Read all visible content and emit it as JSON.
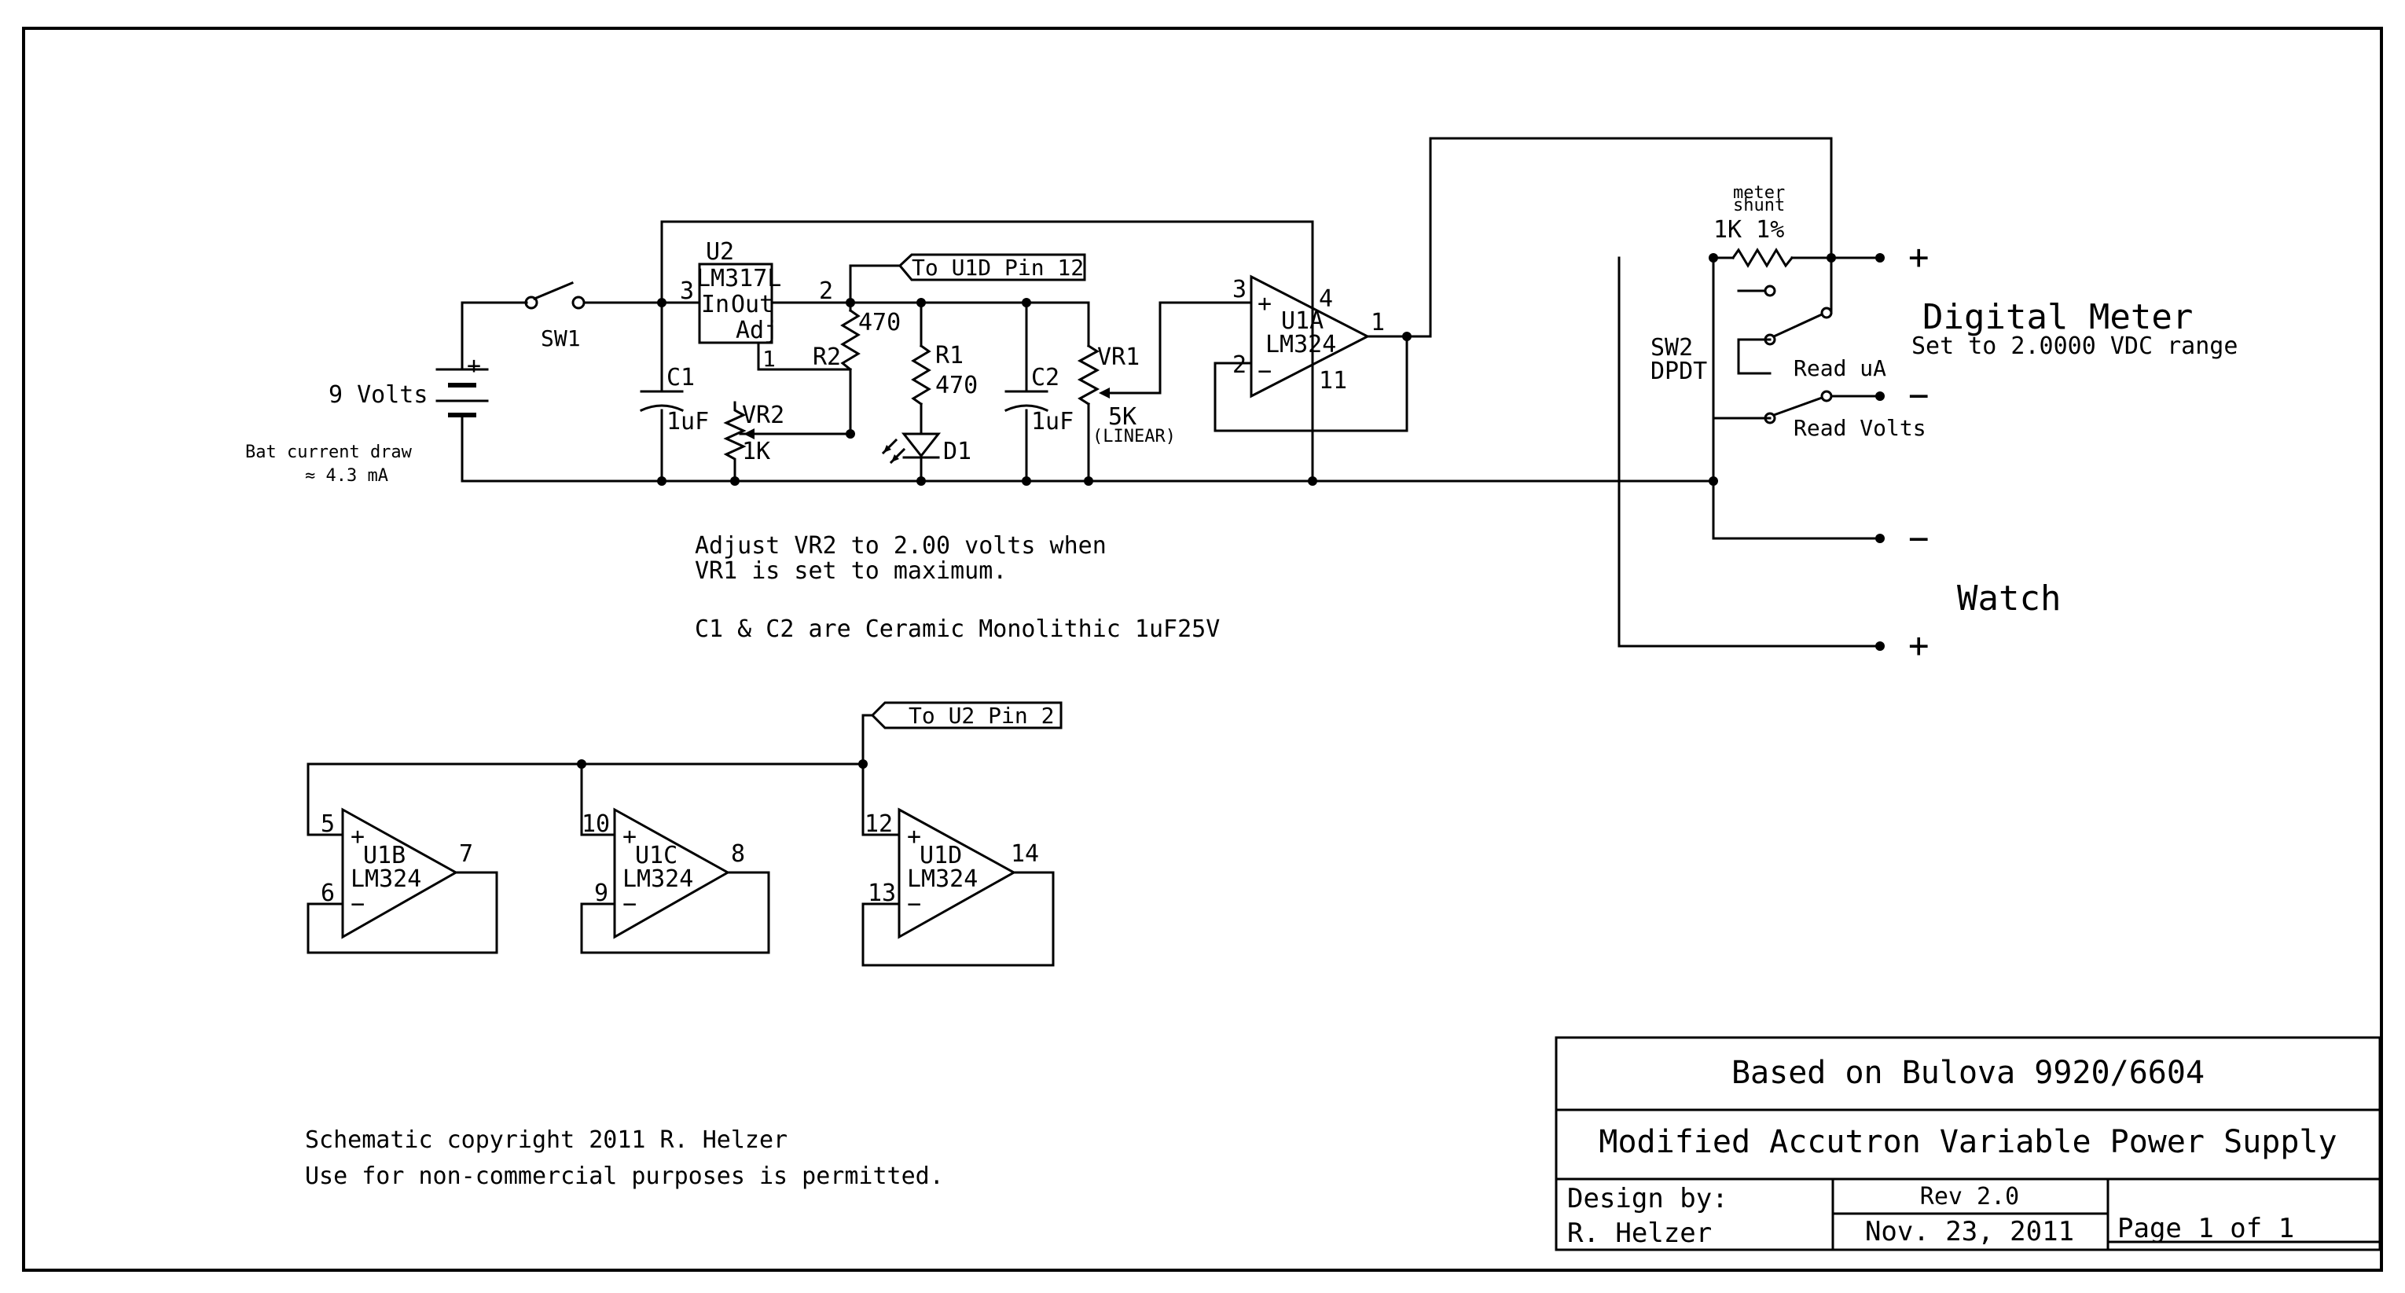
{
  "schematic": {
    "battery": {
      "voltage": "9 Volts",
      "current_label": "Bat current draw",
      "current_value": "≈ 4.3 mA",
      "plus": "+"
    },
    "sw1": "SW1",
    "u2": {
      "name": "U2",
      "part": "LM317L",
      "in": "In",
      "out": "Out",
      "adj": "Adj",
      "pin_in": "3",
      "pin_out": "2",
      "pin_adj": "1"
    },
    "off_page_1": "To U1D Pin 12",
    "off_page_2": "To U2 Pin 2",
    "r2": {
      "name": "R2",
      "value": "470"
    },
    "r1": {
      "name": "R1",
      "value": "470"
    },
    "d1": "D1",
    "c1": {
      "name": "C1",
      "value": "1uF"
    },
    "c2": {
      "name": "C2",
      "value": "1uF"
    },
    "vr2": {
      "name": "VR2",
      "value": "1K"
    },
    "vr1": {
      "name": "VR1",
      "value": "5K",
      "note": "(LINEAR)"
    },
    "u1a": {
      "name": "U1A",
      "part": "LM324",
      "pin_plus": "3",
      "pin_minus": "2",
      "pin_out": "1",
      "pin_vcc": "4",
      "pin_gnd": "11"
    },
    "u1b": {
      "name": "U1B",
      "part": "LM324",
      "pin_plus": "5",
      "pin_minus": "6",
      "pin_out": "7"
    },
    "u1c": {
      "name": "U1C",
      "part": "LM324",
      "pin_plus": "10",
      "pin_minus": "9",
      "pin_out": "8"
    },
    "u1d": {
      "name": "U1D",
      "part": "LM324",
      "pin_plus": "12",
      "pin_minus": "13",
      "pin_out": "14"
    },
    "shunt": {
      "label_1": "meter",
      "label_2": "shunt",
      "value": "1K 1%"
    },
    "sw2": {
      "name": "SW2",
      "type": "DPDT",
      "pos_a": "Read uA",
      "pos_b": "Read Volts"
    },
    "meter": {
      "title": "Digital Meter",
      "subtitle": "Set to 2.0000 VDC range",
      "plus": "+",
      "minus": "−"
    },
    "watch": {
      "title": "Watch",
      "plus": "+",
      "minus": "−"
    },
    "plus_sign": "+",
    "minus_sign": "−"
  },
  "notes": {
    "line1": "Adjust VR2 to 2.00 volts when",
    "line2": "VR1 is set to maximum.",
    "line3": "C1 & C2 are Ceramic Monolithic 1uF25V"
  },
  "copyright": {
    "line1": "Schematic copyright 2011 R. Helzer",
    "line2": "Use for non-commercial purposes is permitted."
  },
  "title_block": {
    "based_on": "Based on Bulova 9920/6604",
    "title": "Modified Accutron Variable Power Supply",
    "design_by_label": "Design by:",
    "designer": "R. Helzer",
    "rev": "Rev 2.0",
    "date": "Nov. 23, 2011",
    "page": "Page 1 of 1"
  }
}
